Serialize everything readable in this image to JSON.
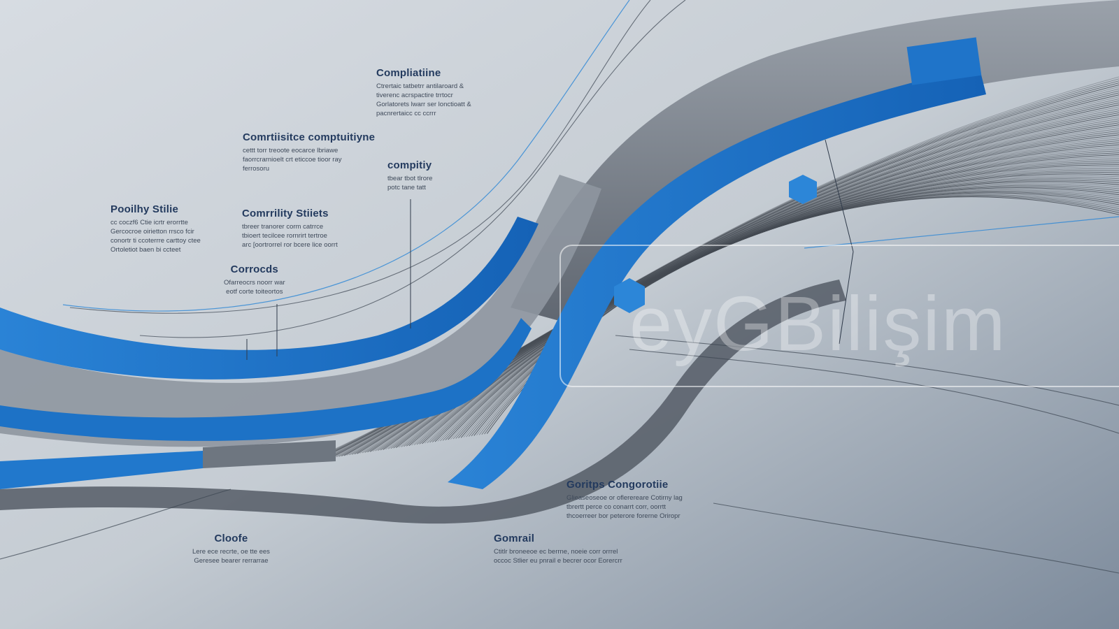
{
  "colors": {
    "accent_blue": "#1f78d1",
    "band_gray": "#7c8590",
    "background": "#c7cdd4",
    "label_title": "#233a5e"
  },
  "callouts": [
    {
      "title": "Compliatiine",
      "lines": [
        "Ctrertaic tatbetrr antilaroard &",
        "tiverenc acrspactire trrtocr",
        "Gorlatorets lwarr ser lonctioatt &",
        "pacnrertaicc cc ccrrr"
      ]
    },
    {
      "title": "Comrtiisitce comptuitiyne",
      "lines": [
        "cettt torr treoote eocarce lbriawe",
        "faorrcrarnioelt crt eticcoe tioor ray",
        "ferrosoru"
      ]
    },
    {
      "title": "compitiy",
      "lines": [
        "tbear tbot tlrore",
        "potc tane tatt"
      ]
    },
    {
      "title": "Pooilhy Stilie",
      "lines": [
        "cc coczf6 Ctie icrtr erorrtte",
        "Gercocroe oirietton rrsco fcir",
        "conortr ti ccoterrre carttoy ctee",
        "Ortoletiot baen bi ccteet"
      ]
    },
    {
      "title": "Comrrility Stiiets",
      "lines": [
        "tbreer tranorer corm catrrce",
        "tbioert tecilcee rornrirt tertroe",
        "arc [oortrorrel ror bcere lice oorrt"
      ]
    },
    {
      "title": "Corrocds",
      "lines": [
        "Ofarreocrs noorr war",
        "eotf corte toiteortos"
      ]
    },
    {
      "title": "Goritps Congorotiie",
      "lines": [
        "Glieaseoseoe or oflerereare Cotirny lag",
        "tbrertt perce co conarrt corr, oorrtt",
        "thcoerreer bor peterore forerne Oriropr"
      ]
    },
    {
      "title": "Cloofe",
      "lines": [
        "Lere ece recrte, oe tte ees",
        "Geresee bearer rerrarrae"
      ]
    },
    {
      "title": "Gomrail",
      "lines": [
        "Ctitlr broneeoe ec berrne, noeie corr orrrel",
        "occoc Stlier eu pnrail e becrer ocor Eorercrr"
      ]
    }
  ],
  "watermark": {
    "text": "eyGBilişim"
  }
}
